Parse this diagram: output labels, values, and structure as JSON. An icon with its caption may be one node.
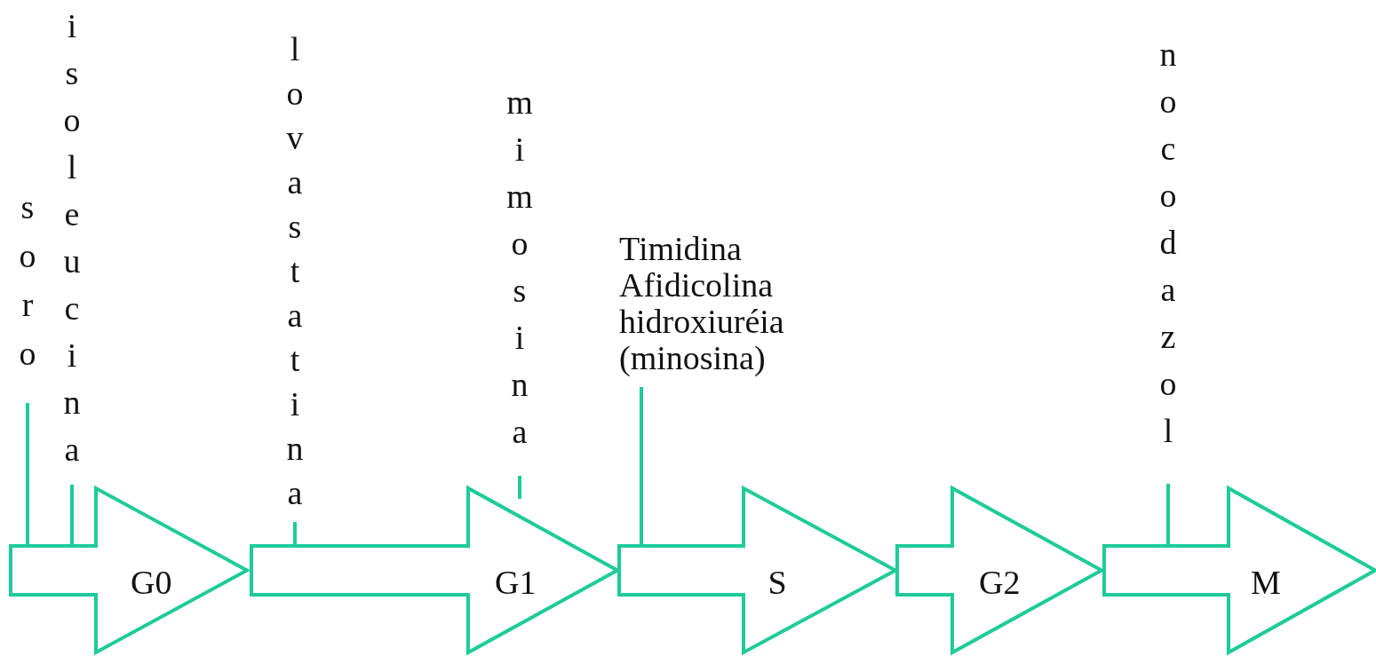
{
  "diagram": {
    "nodes": [
      {
        "text": [
          "G0"
        ]
      },
      {
        "text": [
          "G1"
        ]
      },
      {
        "text": [
          "S"
        ]
      },
      {
        "text": [
          "G2"
        ]
      },
      {
        "text": [
          "M"
        ]
      },
      {
        "text": [
          "soro"
        ]
      },
      {
        "text": [
          "isoleucina"
        ]
      },
      {
        "text": [
          "lovastatina"
        ]
      },
      {
        "text": [
          "mimosina"
        ]
      },
      {
        "text": [
          "Timidina Afidicolina hidroxiuréia (minosina)"
        ]
      },
      {
        "text": [
          "nocodazol"
        ]
      }
    ],
    "edges": [
      {
        "from": 5,
        "to": 0,
        "arrow": "none"
      },
      {
        "from": 6,
        "to": 0,
        "arrow": "none"
      },
      {
        "from": 7,
        "to": 1,
        "arrow": "none"
      },
      {
        "from": 8,
        "to": 1,
        "arrow": "none"
      },
      {
        "from": 9,
        "to": 2,
        "arrow": "none"
      },
      {
        "from": 10,
        "to": 4,
        "arrow": "none"
      }
    ]
  }
}
